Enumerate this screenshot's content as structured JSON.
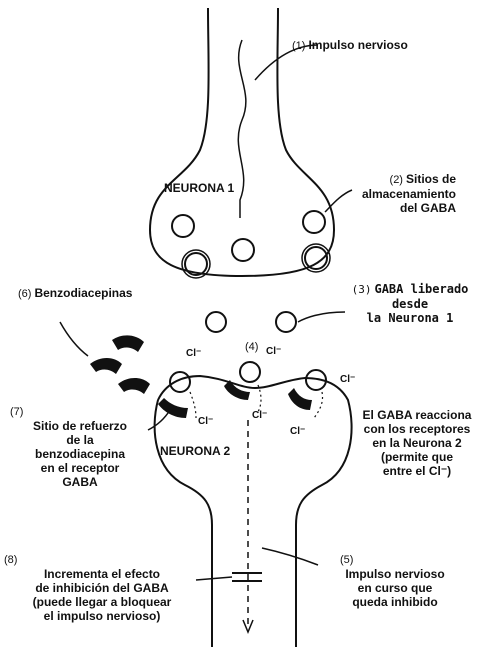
{
  "labels": {
    "impulso": {
      "num": "(1)",
      "text": "Impulso nervioso"
    },
    "neurona1": "NEURONA 1",
    "sitios": {
      "num": "(2)",
      "line1": "Sitios de",
      "line2": "almacenamiento",
      "line3": "del GABA"
    },
    "benzo": {
      "num": "(6)",
      "text": "Benzodiacepinas"
    },
    "gaba_liberado": {
      "num": "(3)",
      "line1": "GABA liberado",
      "line2": "desde",
      "line3": "la Neurona 1"
    },
    "num4": "(4)",
    "cl": "Cl⁻",
    "refuerzo": {
      "num": "(7)",
      "line1": "Sitio de refuerzo",
      "line2": "de la",
      "line3": "benzodiacepina",
      "line4": "en el receptor",
      "line5": "GABA"
    },
    "neurona2": "NEURONA 2",
    "reacciona": {
      "line1": "El GABA reacciona",
      "line2": "con los receptores",
      "line3": "en la Neurona 2",
      "line4": "(permite que",
      "line5": "entre el Cl⁻)"
    },
    "incrementa": {
      "num": "(8)",
      "line1": "Incrementa el efecto",
      "line2": "de inhibición del GABA",
      "line3": "(puede llegar a bloquear",
      "line4": "el impulso nervioso)"
    },
    "curso": {
      "num": "(5)",
      "line1": "Impulso nervioso",
      "line2": "en curso que",
      "line3": "queda inhibido"
    }
  }
}
